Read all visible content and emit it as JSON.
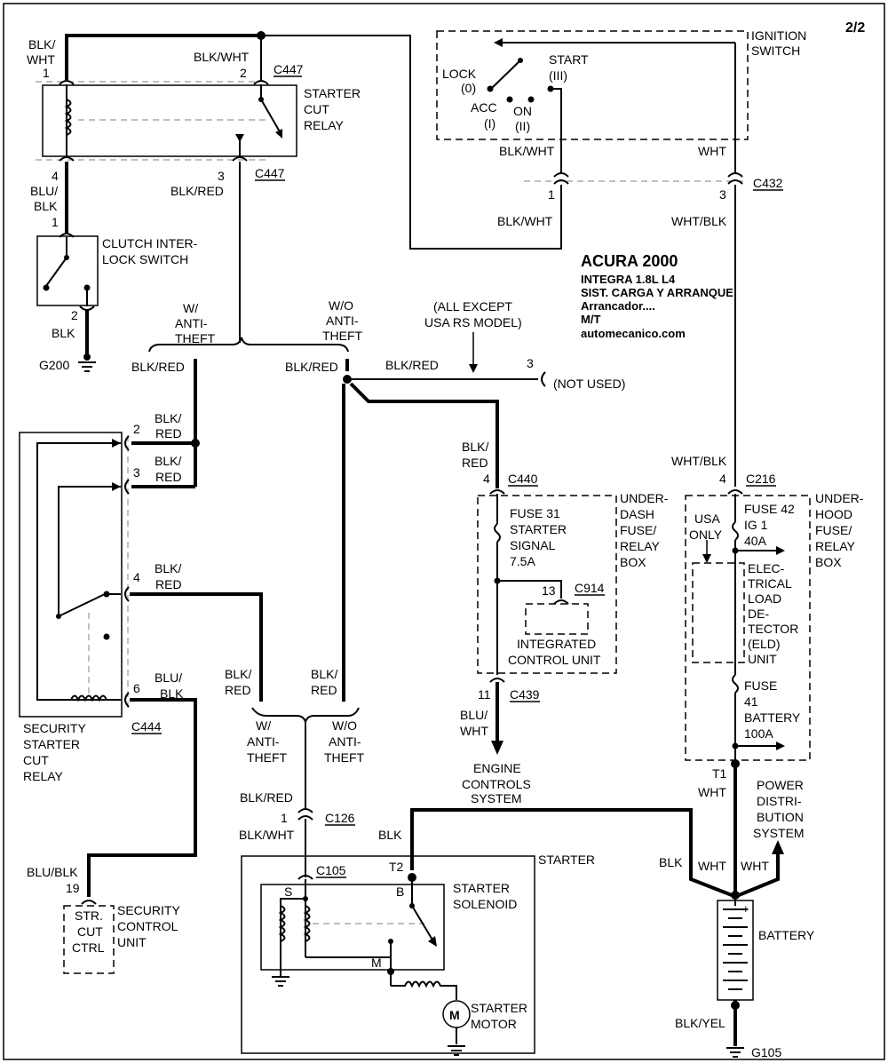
{
  "page_label": "2/2",
  "title": {
    "line1": "ACURA 2000",
    "line2": "INTEGRA  1.8L  L4",
    "line3": "SIST. CARGA Y ARRANQUE",
    "line4": "Arrancador....",
    "line5": "M/T",
    "line6": "automecanico.com"
  },
  "components": {
    "ignition_switch": [
      "IGNITION",
      "SWITCH"
    ],
    "starter_cut_relay": [
      "STARTER",
      "CUT",
      "RELAY"
    ],
    "clutch_switch": [
      "CLUTCH INTER-",
      "LOCK SWITCH"
    ],
    "security_relay": [
      "SECURITY",
      "STARTER",
      "CUT",
      "RELAY"
    ],
    "security_control_unit": [
      "SECURITY",
      "CONTROL",
      "UNIT"
    ],
    "str_cut_ctrl": [
      "STR.",
      "CUT",
      "CTRL"
    ],
    "under_dash_box": [
      "UNDER-",
      "DASH",
      "FUSE/",
      "RELAY",
      "BOX"
    ],
    "under_hood_box": [
      "UNDER-",
      "HOOD",
      "FUSE/",
      "RELAY",
      "BOX"
    ],
    "fuse31": [
      "FUSE 31",
      "STARTER",
      "SIGNAL",
      "7.5A"
    ],
    "fuse42": [
      "FUSE 42",
      "IG 1",
      "40A"
    ],
    "fuse41": [
      "FUSE",
      "41",
      "BATTERY",
      "100A"
    ],
    "eld": [
      "ELEC-",
      "TRICAL",
      "LOAD",
      "DE-",
      "TECTOR",
      "(ELD)",
      "UNIT"
    ],
    "usa_only": [
      "USA",
      "ONLY"
    ],
    "integrated_control_unit": [
      "INTEGRATED",
      "CONTROL UNIT"
    ],
    "engine_controls": [
      "ENGINE",
      "CONTROLS",
      "SYSTEM"
    ],
    "power_distribution": [
      "POWER",
      "DISTRI-",
      "BUTION",
      "SYSTEM"
    ],
    "starter": "STARTER",
    "starter_solenoid": [
      "STARTER",
      "SOLENOID"
    ],
    "starter_motor": [
      "STARTER",
      "MOTOR"
    ],
    "motor_symbol": "M",
    "battery": "BATTERY",
    "not_used": "(NOT USED)",
    "all_except": [
      "(ALL EXCEPT",
      "USA RS MODEL)"
    ],
    "w_anti_theft": [
      "W/",
      "ANTI-",
      "THEFT"
    ],
    "wo_anti_theft": [
      "W/O",
      "ANTI-",
      "THEFT"
    ],
    "w_anti_theft_b": [
      "W/",
      "ANTI-",
      "THEFT"
    ],
    "wo_anti_theft_b": [
      "W/O",
      "ANTI-",
      "THEFT"
    ]
  },
  "switch_positions": {
    "lock": "LOCK",
    "lock_n": "(0)",
    "acc": "ACC",
    "acc_n": "(I)",
    "on": "ON",
    "on_n": "(II)",
    "start": "START",
    "start_n": "(III)"
  },
  "connectors": {
    "c447a": "C447",
    "c447b": "C447",
    "c432": "C432",
    "c440": "C440",
    "c914": "C914",
    "c439": "C439",
    "c216": "C216",
    "c444": "C444",
    "c126": "C126",
    "c105": "C105",
    "g200": "G200",
    "g105": "G105",
    "t1": "T1",
    "t2": "T2",
    "s": "S",
    "b": "B",
    "m": "M",
    "plus": "+"
  },
  "pins": {
    "p_sc1": "1",
    "p_sc2": "2",
    "p_sc4": "4",
    "p_sc3": "3",
    "p_cl1": "1",
    "p_cl2": "2",
    "p_ig1": "1",
    "p_ig3": "3",
    "p_ns3": "3",
    "p_sec2": "2",
    "p_sec3": "3",
    "p_sec4": "4",
    "p_sec6": "6",
    "p_ud4": "4",
    "p_ud13": "13",
    "p_ud11": "11",
    "p_uh4": "4",
    "p_c126": "1",
    "p_scu19": "19"
  },
  "wires": {
    "blk_wht_a": [
      "BLK/",
      "WHT"
    ],
    "blk_wht_b": "BLK/WHT",
    "blk_wht_c": "BLK/WHT",
    "blk_wht_d": "BLK/WHT",
    "blk_wht_e": "BLK/WHT",
    "wht_a": "WHT",
    "wht_blk_a": "WHT/BLK",
    "wht_blk_b": "WHT/BLK",
    "blu_blk_a": [
      "BLU/",
      "BLK"
    ],
    "blk_red_a": "BLK/RED",
    "blk_a": "BLK",
    "blk_red_b": "BLK/RED",
    "blk_red_c": "BLK/RED",
    "blk_red_d": "BLK/RED",
    "blk_red_e": [
      "BLK/",
      "RED"
    ],
    "blk_red_f": [
      "BLK/",
      "RED"
    ],
    "blk_red_g": [
      "BLK/",
      "RED"
    ],
    "blk_red_h": [
      "BLK/",
      "RED"
    ],
    "blk_red_i": [
      "BLK/",
      "RED"
    ],
    "blk_red_j": [
      "BLK/",
      "RED"
    ],
    "blk_red_k": "BLK/RED",
    "blu_blk_b": [
      "BLU/",
      "BLK"
    ],
    "blu_wht": [
      "BLU/",
      "WHT"
    ],
    "blu_blk_c": "BLU/BLK",
    "blk_b": "BLK",
    "blk_c": "BLK",
    "wht_b": "WHT",
    "wht_c": "WHT",
    "wht_d": "WHT",
    "blk_yel": "BLK/YEL"
  }
}
